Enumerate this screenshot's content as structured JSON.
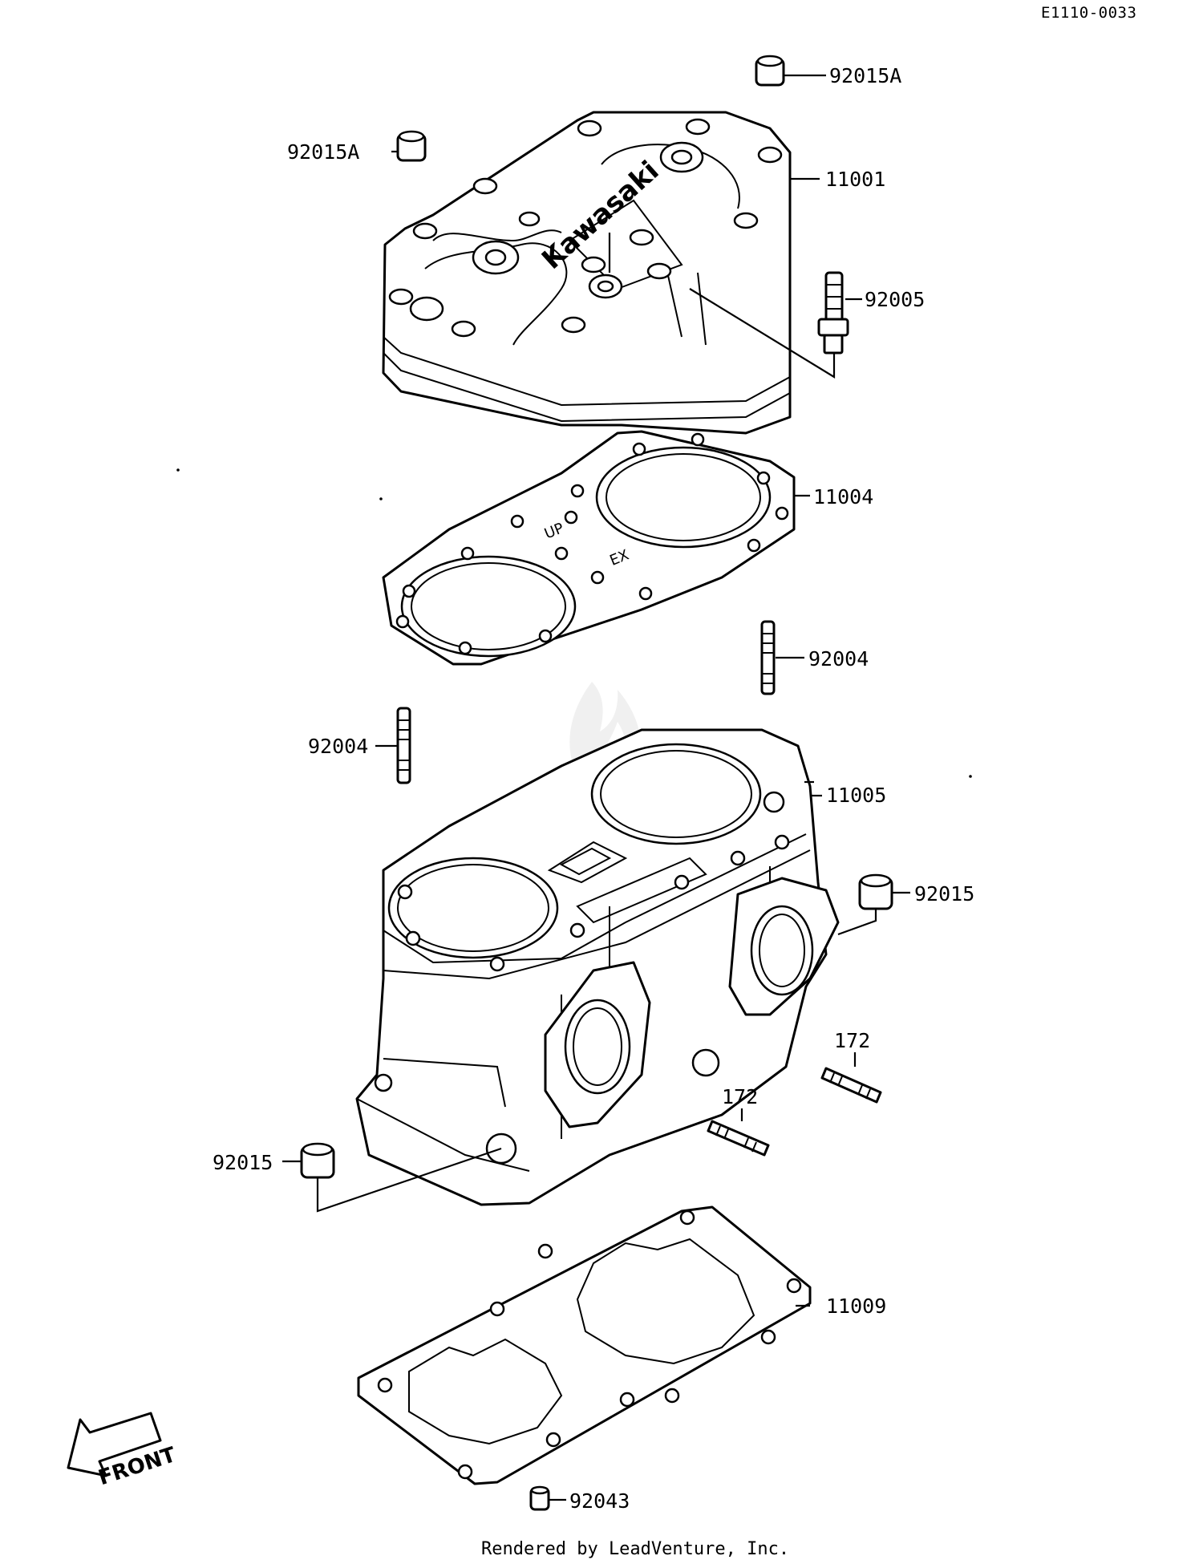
{
  "diagram_code": "E1110-0033",
  "footer": "Rendered by LeadVenture, Inc.",
  "brand_text": "Kawasaki",
  "front_label": "FRONT",
  "gasket_marks": {
    "up": "UP",
    "ex": "EX"
  },
  "callouts": {
    "nut_92015a_top": "92015A",
    "nut_92015a_left": "92015A",
    "head_11001": "11001",
    "fitting_92005": "92005",
    "head_gasket_11004": "11004",
    "stud_92004_right": "92004",
    "stud_92004_left": "92004",
    "cylinder_11005": "11005",
    "nut_92015_right": "92015",
    "stud_172_upper": "172",
    "stud_172_lower": "172",
    "nut_92015_left": "92015",
    "base_gasket_11009": "11009",
    "pin_92043": "92043"
  }
}
